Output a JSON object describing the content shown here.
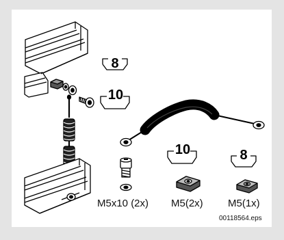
{
  "tool_sizes": {
    "top_small": "8",
    "top_large": "10",
    "nut_large": "10",
    "nut_small": "8"
  },
  "parts": {
    "screw_label": "M5x10 (2x)",
    "nut_a_label": "M5(2x)",
    "nut_b_label": "M5(1x)"
  },
  "figure_code": "00118564.eps",
  "colors": {
    "frame": "#e4e4e4",
    "panel": "#ffffff",
    "ink": "#000000"
  }
}
